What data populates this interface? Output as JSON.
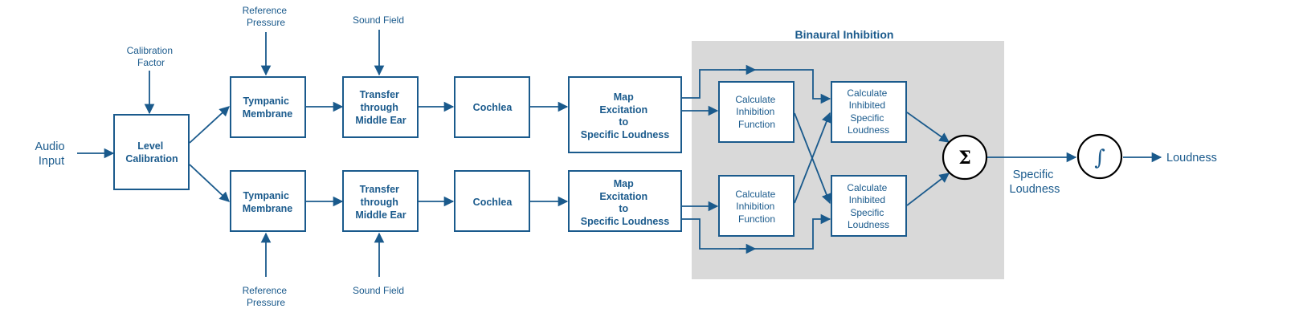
{
  "region": {
    "title": "Binaural Inhibition"
  },
  "inputs": {
    "audio": [
      "Audio",
      "Input"
    ],
    "calibration_factor": [
      "Calibration",
      "Factor"
    ],
    "reference_pressure": [
      "Reference",
      "Pressure"
    ],
    "sound_field": "Sound Field"
  },
  "blocks": {
    "level_calibration": [
      "Level",
      "Calibration"
    ],
    "tympanic_membrane": [
      "Tympanic",
      "Membrane"
    ],
    "transfer_middle_ear": [
      "Transfer",
      "through",
      "Middle Ear"
    ],
    "cochlea": "Cochlea",
    "map_excitation": [
      "Map",
      "Excitation",
      "to",
      "Specific Loudness"
    ],
    "calc_inhibition": [
      "Calculate",
      "Inhibition",
      "Function"
    ],
    "calc_inhibited": [
      "Calculate",
      "Inhibited",
      "Specific",
      "Loudness"
    ]
  },
  "outputs": {
    "sum_symbol": "Σ",
    "integral_symbol": "∫",
    "specific_loudness": [
      "Specific",
      "Loudness"
    ],
    "loudness": "Loudness"
  },
  "colors": {
    "line": "#1a5a8c",
    "region": "#d9d9d9",
    "operator_border": "#000000"
  }
}
